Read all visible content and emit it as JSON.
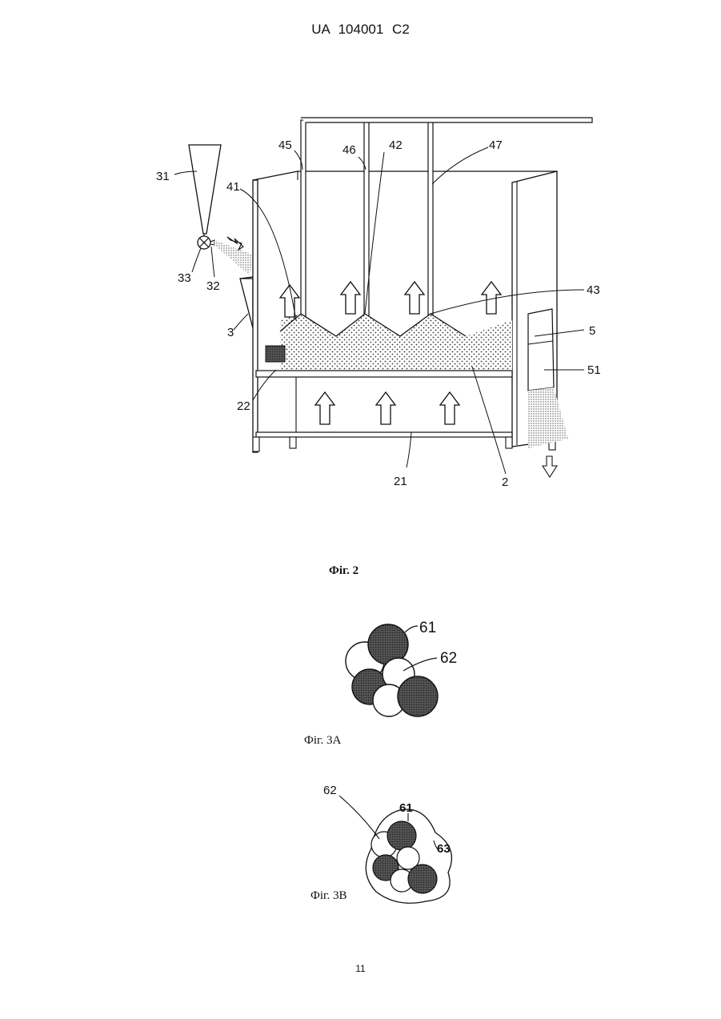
{
  "header": {
    "text": "UA 104001 C2"
  },
  "figure2": {
    "caption": "Фіг. 2",
    "labels": {
      "l31": "31",
      "l33": "33",
      "l32": "32",
      "l3": "3",
      "l22": "22",
      "l41": "41",
      "l45": "45",
      "l46": "46",
      "l42": "42",
      "l47": "47",
      "l43": "43",
      "l5": "5",
      "l51": "51",
      "l21": "21",
      "l2": "2"
    }
  },
  "figure3a": {
    "caption": "Фіг. 3A",
    "labels": {
      "l61": "61",
      "l62": "62"
    }
  },
  "figure3b": {
    "caption": "Фіг. 3B",
    "labels": {
      "l62": "62",
      "l61": "61",
      "l63": "63"
    }
  },
  "footer": {
    "page_number": "11"
  }
}
